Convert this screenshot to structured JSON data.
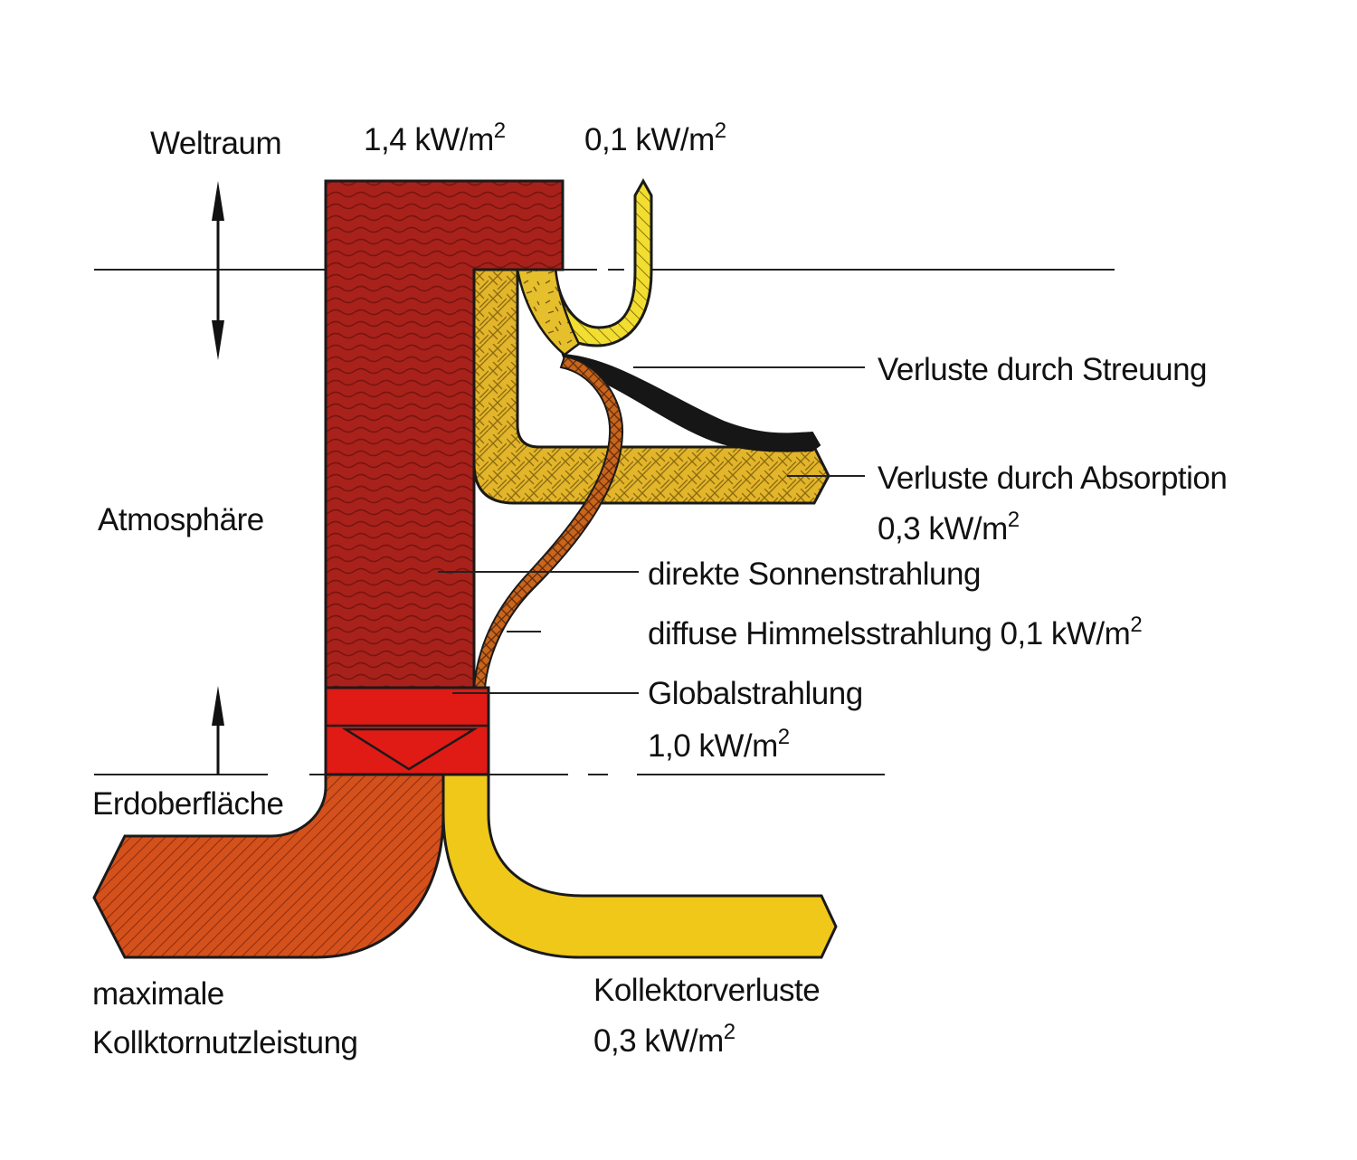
{
  "diagram": {
    "zones": {
      "space": "Weltraum",
      "atmosphere": "Atmosphäre",
      "earth_surface": "Erdoberfläche"
    },
    "top": {
      "extraterrestrial": {
        "value": "1,4 kW/m",
        "exp": "2"
      },
      "scatter_up": {
        "value": "0,1 kW/m",
        "exp": "2"
      }
    },
    "flows": {
      "scatter_loss": "Verluste durch Streuung",
      "absorption_loss": "Verluste durch Absorption",
      "absorption_value": {
        "value": "0,3 kW/m",
        "exp": "2"
      },
      "direct": "direkte Sonnenstrahlung",
      "diffuse": {
        "value": "diffuse Himmelsstrahlung 0,1 kW/m",
        "exp": "2"
      },
      "global": "Globalstrahlung",
      "global_value": {
        "value": "1,0 kW/m",
        "exp": "2"
      },
      "useful_line1": "maximale",
      "useful_line2": "Kollktornutzleistung",
      "collector_loss": "Kollektorverluste",
      "collector_value": {
        "value": "0,3 kW/m",
        "exp": "2"
      }
    },
    "colors": {
      "direct_red": "#a8221b",
      "global_red": "#e01a14",
      "useful_orange": "#d4511c",
      "absorption_yellow": "#e3b52a",
      "scatter_yellow": "#f2de30",
      "collector_yellow": "#f0c81a",
      "diffuse_orange": "#c9651c",
      "loss_black": "#161616"
    }
  }
}
